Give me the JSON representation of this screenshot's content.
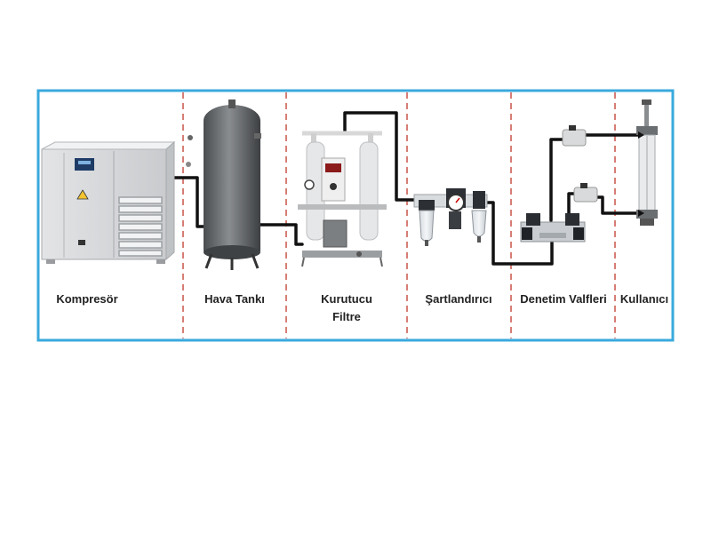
{
  "stages": [
    {
      "id": "kompresor",
      "label": "Kompresör",
      "icon": "compressor-icon"
    },
    {
      "id": "hava-tanki",
      "label": "Hava Tankı",
      "icon": "air-tank-icon"
    },
    {
      "id": "kurutucu-filtre",
      "label_lines": [
        "Kurutucu",
        "Filtre"
      ],
      "icon": "dryer-filter-icon"
    },
    {
      "id": "sartlandirici",
      "label": "Şartlandırıcı",
      "icon": "frl-conditioner-icon"
    },
    {
      "id": "denetim-valfleri",
      "label": "Denetim Valfleri",
      "icon": "control-valve-icon"
    },
    {
      "id": "kullanici",
      "label": "Kullanıcı",
      "icon": "pneumatic-cylinder-icon"
    }
  ],
  "colors": {
    "frame_border": "#3aa9dc",
    "divider": "#c0392b",
    "pipe": "#111111"
  }
}
